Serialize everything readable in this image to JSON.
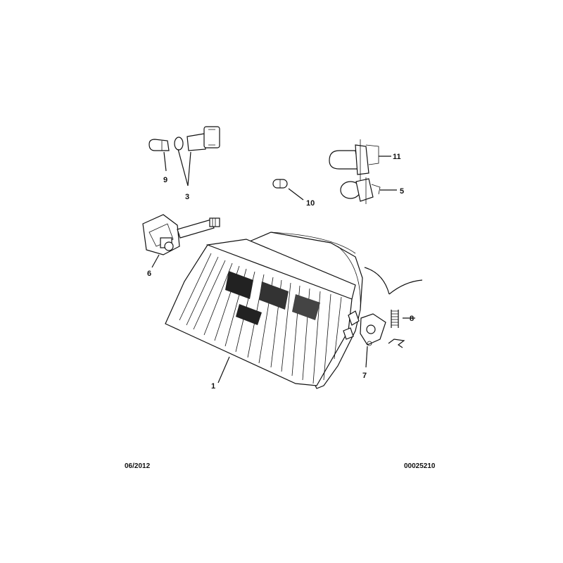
{
  "callouts": {
    "c1": "1",
    "c3": "3",
    "c5": "5",
    "c6": "6",
    "c7": "7",
    "c8": "8",
    "c9": "9",
    "c10": "10",
    "c11": "11"
  },
  "footer": {
    "date": "06/2012",
    "reference": "00025210"
  }
}
